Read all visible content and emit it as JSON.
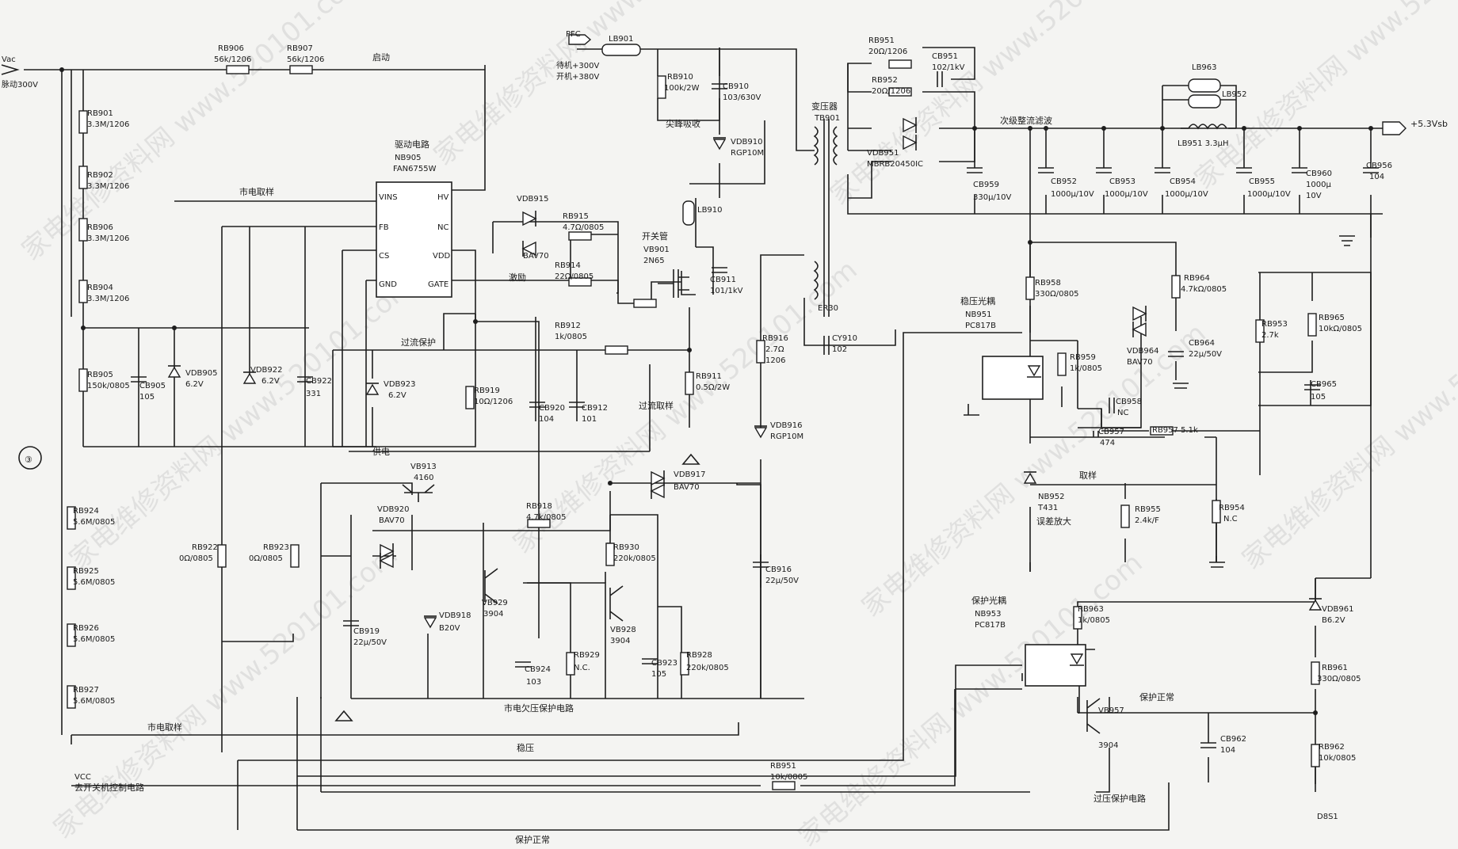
{
  "watermarks": [
    "家电维修资料网 www.520101.com"
  ],
  "labels": {
    "vac": "Vac",
    "pulse_300v": "脉动300V",
    "rb906": "RB906",
    "rb906_val": "56k/1206",
    "rb907": "RB907",
    "rb907_val": "56k/1206",
    "startup": "启动",
    "rb901": "RB901",
    "rb901_val": "3.3M/1206",
    "rb902": "RB902",
    "rb902_val": "3.3M/1206",
    "rb906v": "RB906",
    "rb906v_val": "3.3M/1206",
    "rb904": "RB904",
    "rb904_val": "3.3M/1206",
    "rb905": "RB905",
    "rb905_val": "150k/0805",
    "cb905": "CB905",
    "cb905_val": "105",
    "vdb905": "VDB905",
    "vdb905_val": "6.2V",
    "mains_sample": "市电取样",
    "drive_circuit": "驱动电路",
    "nb905": "NB905",
    "fan6755w": "FAN6755W",
    "pin_vins": "VINS",
    "pin_fb": "FB",
    "pin_cs": "CS",
    "pin_gnd": "GND",
    "pin_hv": "HV",
    "pin_nc": "NC",
    "pin_vdd": "VDD",
    "pin_gate": "GATE",
    "vdb922": "VDB922",
    "vdb922_val": "6.2V",
    "cb922": "CB922",
    "cb922_val": "331",
    "vdb923": "VDB923",
    "vdb923_val": "6.2V",
    "overcurrent_protect": "过流保护",
    "power_supply": "供电",
    "vdb915": "VDB915",
    "vdb915_val": "BAV70",
    "rb915": "RB915",
    "rb915_val": "4.7Ω/0805",
    "rb914": "RB914",
    "rb914_val": "22Ω/0805",
    "excitation": "激励",
    "switch_tube": "开关管",
    "vb901": "VB901",
    "vb901_val": "2N65",
    "cb911": "CB911",
    "cb911_val": "101/1kV",
    "lb910": "LB910",
    "rb912": "RB912",
    "rb912_val": "1k/0805",
    "rb919": "RB919",
    "rb919_val": "10Ω/1206",
    "cb920": "CB920",
    "cb920_val": "104",
    "cb912": "CB912",
    "cb912_val": "101",
    "overcurrent_sample": "过流取样",
    "rb911": "RB911",
    "rb911_val": "0.5Ω/2W",
    "pfc": "PFC",
    "standby_300": "待机+300V",
    "on_380": "开机+380V",
    "lb901": "LB901",
    "rb910": "RB910",
    "rb910_val": "100k/2W",
    "cb910": "CB910",
    "cb910_val": "103/630V",
    "spike_absorb": "尖峰吸收",
    "vdb910": "VDB910",
    "vdb910_val": "RGP10M",
    "transformer": "变压器",
    "tb901": "TB901",
    "er30": "ER30",
    "cy910": "CY910",
    "cy910_val": "102",
    "rb916": "RB916",
    "rb916_val": "2.7Ω",
    "rb916_pkg": "1206",
    "vdb916": "VDB916",
    "vdb916_val": "RGP10M",
    "cb916": "CB916",
    "cb916_val": "22μ/50V",
    "vb913": "VB913",
    "vb913_val": "4160",
    "vdb920": "VDB920",
    "vdb920_val": "BAV70",
    "vdb917": "VDB917",
    "vdb917_val": "BAV70",
    "rb918": "RB918",
    "rb918_val": "4.7k/0805",
    "rb930": "RB930",
    "rb930_val": "220k/0805",
    "vb929": "VB929",
    "vb929_val": "3904",
    "vb928": "VB928",
    "vb928_val": "3904",
    "vdb918": "VDB918",
    "vdb918_val": "B20V",
    "cb919": "CB919",
    "cb919_val": "22μ/50V",
    "cb924": "CB924",
    "cb924_val": "103",
    "rb929": "RB929",
    "rb929_val": "N.C.",
    "cb923": "CB923",
    "cb923_val": "105",
    "rb928": "RB928",
    "rb928_val": "220k/0805",
    "mains_uv_protect": "市电欠压保护电路",
    "rb924": "RB924",
    "rb924_val": "5.6M/0805",
    "rb925": "RB925",
    "rb925_val": "5.6M/0805",
    "rb926": "RB926",
    "rb926_val": "5.6M/0805",
    "rb927": "RB927",
    "rb927_val": "5.6M/0805",
    "rb922": "RB922",
    "rb922_val": "0Ω/0805",
    "rb923": "RB923",
    "rb923_val": "0Ω/0805",
    "voltage_regulation": "稳压",
    "vcc": "VCC",
    "to_power_switch": "去开关机控制电路",
    "rb951_bottom": "RB951",
    "rb951_bottom_val": "10k/0805",
    "protection_normal": "保护正常",
    "rb951_top": "RB951",
    "rb951_top_val": "20Ω/1206",
    "rb952": "RB952",
    "rb952_val": "20Ω/1206",
    "cb951": "CB951",
    "cb951_val": "102/1kV",
    "vdb951": "VDB951",
    "vdb951_val": "MBRB20450IC",
    "secondary_rectify": "次级整流滤波",
    "cb959": "CB959",
    "cb959_val": "330μ/10V",
    "cb952": "CB952",
    "cb952_val": "1000μ/10V",
    "cb953": "CB953",
    "cb953_val": "1000μ/10V",
    "cb954": "CB954",
    "cb954_val": "1000μ/10V",
    "cb955": "CB955",
    "cb955_val": "1000μ/10V",
    "cb960": "CB960",
    "cb960_val": "1000μ",
    "cb960_v": "10V",
    "cb956": "CB956",
    "cb956_val": "104",
    "lb963": "LB963",
    "lb952": "LB952",
    "lb951": "LB951 3.3μH",
    "output_5v3": "+5.3Vsb",
    "rb958": "RB958",
    "rb958_val": "330Ω/0805",
    "rb964": "RB964",
    "rb964_val": "4.7kΩ/0805",
    "vdb964": "VDB964",
    "vdb964_val": "BAV70",
    "cb964": "CB964",
    "cb964_val": "22μ/50V",
    "regulation_opto": "稳压光耦",
    "nb951": "NB951",
    "nb951_val": "PC817B",
    "rb959": "RB959",
    "rb959_val": "1k/0805",
    "cb958": "CB958",
    "cb958_val": "NC",
    "cb957": "CB957",
    "cb957_val": "474",
    "rb957": "RB957 5.1k",
    "rb953": "RB953",
    "rb953_val": "2.7k",
    "rb965": "RB965",
    "rb965_val": "10kΩ/0805",
    "cb965": "CB965",
    "cb965_val": "105",
    "sampling": "取样",
    "nb952": "NB952",
    "nb952_val": "T431",
    "error_amp": "误差放大",
    "rb955": "RB955",
    "rb955_val": "2.4k/F",
    "rb954": "RB954",
    "rb954_val": "N.C",
    "protection_opto": "保护光耦",
    "nb953": "NB953",
    "nb953_val": "PC817B",
    "rb963": "RB963",
    "rb963_val": "1k/0805",
    "vdb961": "VDB961",
    "vdb961_val": "B6.2V",
    "rb961": "RB961",
    "rb961_val": "330Ω/0805",
    "vb957": "VB957",
    "vb957_val": "3904",
    "cb962": "CB962",
    "cb962_val": "104",
    "rb962": "RB962",
    "rb962_val": "10k/0805",
    "overvoltage_protect": "过压保护电路",
    "page_code": "D8S1",
    "page_marker": "③"
  }
}
